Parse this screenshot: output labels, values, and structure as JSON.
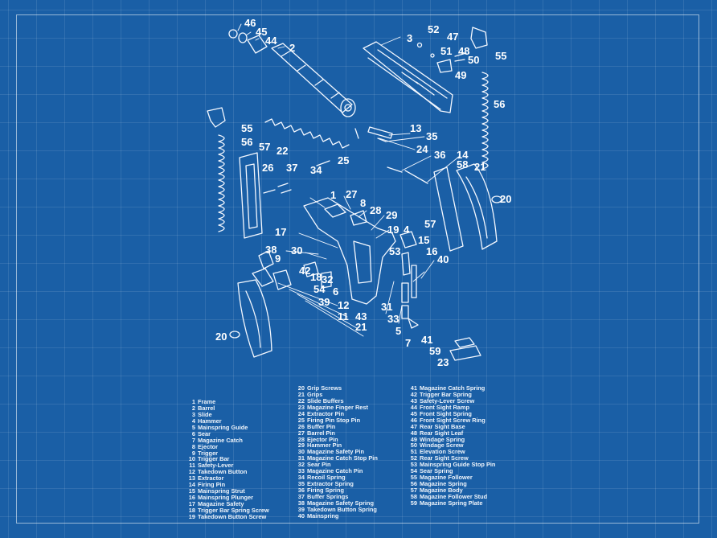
{
  "callouts": [
    "46",
    "45",
    "44",
    "2",
    "3",
    "52",
    "47",
    "51",
    "48",
    "50",
    "49",
    "55",
    "56",
    "13",
    "35",
    "24",
    "36",
    "14",
    "58",
    "21",
    "20",
    "55",
    "56",
    "57",
    "22",
    "26",
    "37",
    "34",
    "25",
    "1",
    "27",
    "8",
    "28",
    "29",
    "19",
    "4",
    "15",
    "53",
    "16",
    "40",
    "57",
    "17",
    "38",
    "9",
    "30",
    "42",
    "18",
    "32",
    "54",
    "6",
    "39",
    "12",
    "11",
    "43",
    "21",
    "31",
    "33",
    "5",
    "7",
    "41",
    "59",
    "23",
    "20"
  ],
  "legend": [
    [
      {
        "n": "1",
        "label": "Frame"
      },
      {
        "n": "2",
        "label": "Barrel"
      },
      {
        "n": "3",
        "label": "Slide"
      },
      {
        "n": "4",
        "label": "Hammer"
      },
      {
        "n": "5",
        "label": "Mainspring Guide"
      },
      {
        "n": "6",
        "label": "Sear"
      },
      {
        "n": "7",
        "label": "Magazine Catch"
      },
      {
        "n": "8",
        "label": "Ejector"
      },
      {
        "n": "9",
        "label": "Trigger"
      },
      {
        "n": "10",
        "label": "Trigger Bar"
      },
      {
        "n": "11",
        "label": "Safety-Lever"
      },
      {
        "n": "12",
        "label": "Takedown Button"
      },
      {
        "n": "13",
        "label": "Extractor"
      },
      {
        "n": "14",
        "label": "Firing Pin"
      },
      {
        "n": "15",
        "label": "Mainspring Strut"
      },
      {
        "n": "16",
        "label": "Mainspring Plunger"
      },
      {
        "n": "17",
        "label": "Magazine Safety"
      },
      {
        "n": "18",
        "label": "Trigger Bar Spring Screw"
      },
      {
        "n": "19",
        "label": "Takedown Button Screw"
      }
    ],
    [
      {
        "n": "20",
        "label": "Grip Screws"
      },
      {
        "n": "21",
        "label": "Grips"
      },
      {
        "n": "22",
        "label": "Slide Buffers"
      },
      {
        "n": "23",
        "label": "Magazine Finger Rest"
      },
      {
        "n": "24",
        "label": "Extractor Pin"
      },
      {
        "n": "25",
        "label": "Firing Pin Stop Pin"
      },
      {
        "n": "26",
        "label": "Buffer Pin"
      },
      {
        "n": "27",
        "label": "Barrel Pin"
      },
      {
        "n": "28",
        "label": "Ejector Pin"
      },
      {
        "n": "29",
        "label": "Hammer Pin"
      },
      {
        "n": "30",
        "label": "Magazine Safety Pin"
      },
      {
        "n": "31",
        "label": "Magazine Catch Stop Pin"
      },
      {
        "n": "32",
        "label": "Sear Pin"
      },
      {
        "n": "33",
        "label": "Magazine Catch Pin"
      },
      {
        "n": "34",
        "label": "Recoil Spring"
      },
      {
        "n": "35",
        "label": "Extractor Spring"
      },
      {
        "n": "36",
        "label": "Firing Spring"
      },
      {
        "n": "37",
        "label": "Buffer Springs"
      },
      {
        "n": "38",
        "label": "Magazine Safety Spring"
      },
      {
        "n": "39",
        "label": "Takedown Button Spring"
      },
      {
        "n": "40",
        "label": "Mainspring"
      }
    ],
    [
      {
        "n": "41",
        "label": "Magazine Catch Spring"
      },
      {
        "n": "42",
        "label": "Trigger Bar Spring"
      },
      {
        "n": "43",
        "label": "Safety-Lever Screw"
      },
      {
        "n": "44",
        "label": "Front Sight Ramp"
      },
      {
        "n": "45",
        "label": "Front Sight Spring"
      },
      {
        "n": "46",
        "label": "Front Sight Screw Ring"
      },
      {
        "n": "47",
        "label": "Rear Sight Base"
      },
      {
        "n": "48",
        "label": "Rear Sight Leaf"
      },
      {
        "n": "49",
        "label": "Windage Spring"
      },
      {
        "n": "50",
        "label": "Windage Screw"
      },
      {
        "n": "51",
        "label": "Elevation Screw"
      },
      {
        "n": "52",
        "label": "Rear Sight Screw"
      },
      {
        "n": "53",
        "label": "Mainspring Guide Stop Pin"
      },
      {
        "n": "54",
        "label": "Sear Spring"
      },
      {
        "n": "55",
        "label": "Magazine Follower"
      },
      {
        "n": "56",
        "label": "Magazine Spring"
      },
      {
        "n": "57",
        "label": "Magazine Body"
      },
      {
        "n": "58",
        "label": "Magazine Follower Stud"
      },
      {
        "n": "59",
        "label": "Magazine Spring Plate"
      }
    ]
  ]
}
